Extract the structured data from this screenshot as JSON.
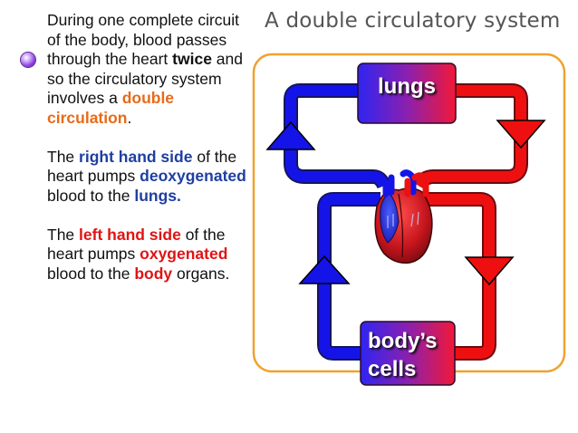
{
  "title": "A double circulatory system",
  "paragraphs": [
    [
      {
        "text": "During one complete circuit of the body, blood passes through the heart ",
        "style": "plain"
      },
      {
        "text": "twice",
        "style": "bold"
      },
      {
        "text": " and so the circulatory system involves a ",
        "style": "plain"
      },
      {
        "text": "double circulation",
        "style": "orange"
      },
      {
        "text": ".",
        "style": "plain"
      }
    ],
    [
      {
        "text": "The ",
        "style": "plain"
      },
      {
        "text": "right hand side",
        "style": "blue"
      },
      {
        "text": " of the heart pumps ",
        "style": "plain"
      },
      {
        "text": "deoxygenated",
        "style": "blue"
      },
      {
        "text": " blood to the ",
        "style": "plain"
      },
      {
        "text": "lungs.",
        "style": "blue"
      }
    ],
    [
      {
        "text": "The ",
        "style": "plain"
      },
      {
        "text": "left hand side",
        "style": "red"
      },
      {
        "text": " of the heart pumps ",
        "style": "plain"
      },
      {
        "text": "oxygenated",
        "style": "red"
      },
      {
        "text": " blood to the ",
        "style": "plain"
      },
      {
        "text": "body",
        "style": "red"
      },
      {
        "text": " organs.",
        "style": "plain"
      }
    ]
  ],
  "diagram": {
    "lungs_label": "lungs",
    "cells_label_line1": "body’s",
    "cells_label_line2": "cells"
  },
  "colors": {
    "deoxygenated": "#1010e8",
    "oxygenated": "#ee1010",
    "frame": "#f0a22e",
    "box_gradient_start": "#3a2af0",
    "box_gradient_end": "#f01a3a"
  },
  "icons": [
    "bullet-icon",
    "heart-icon",
    "arrow-up-icon",
    "arrow-down-icon"
  ]
}
